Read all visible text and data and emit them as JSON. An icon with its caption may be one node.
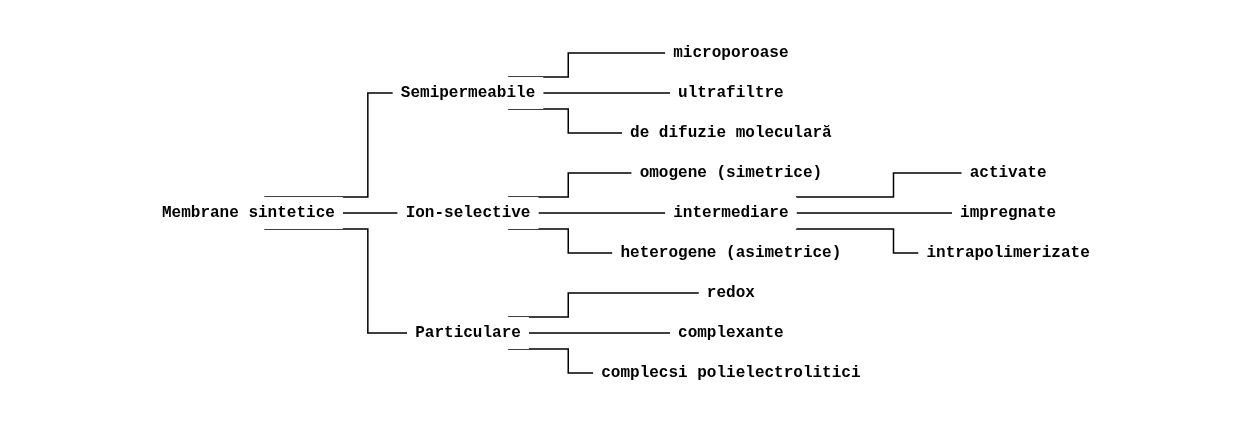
{
  "diagram": {
    "nodes": [
      {
        "text": [
          "Membrane sintetice"
        ]
      },
      {
        "text": [
          "Semipermeabile"
        ]
      },
      {
        "text": [
          "microporoase"
        ]
      },
      {
        "text": [
          "ultrafiltre"
        ]
      },
      {
        "text": [
          "de difuzie moleculară"
        ]
      },
      {
        "text": [
          "Ion-selective"
        ]
      },
      {
        "text": [
          "omogene (simetrice)"
        ]
      },
      {
        "text": [
          "intermediare"
        ]
      },
      {
        "text": [
          "activate"
        ]
      },
      {
        "text": [
          "impregnate"
        ]
      },
      {
        "text": [
          "intrapolimerizate"
        ]
      },
      {
        "text": [
          "heterogene (asimetrice)"
        ]
      },
      {
        "text": [
          "Particulare"
        ]
      },
      {
        "text": [
          "redox"
        ]
      },
      {
        "text": [
          "complexante"
        ]
      },
      {
        "text": [
          "complecsi polielectrolitici"
        ]
      }
    ],
    "edges": [
      {
        "from": 0,
        "to": 1,
        "arrow": "none"
      },
      {
        "from": 0,
        "to": 5,
        "arrow": "none"
      },
      {
        "from": 0,
        "to": 12,
        "arrow": "none"
      },
      {
        "from": 1,
        "to": 2,
        "arrow": "none"
      },
      {
        "from": 1,
        "to": 3,
        "arrow": "none"
      },
      {
        "from": 1,
        "to": 4,
        "arrow": "none"
      },
      {
        "from": 5,
        "to": 6,
        "arrow": "none"
      },
      {
        "from": 5,
        "to": 7,
        "arrow": "none"
      },
      {
        "from": 5,
        "to": 11,
        "arrow": "none"
      },
      {
        "from": 7,
        "to": 8,
        "arrow": "none"
      },
      {
        "from": 7,
        "to": 9,
        "arrow": "none"
      },
      {
        "from": 7,
        "to": 10,
        "arrow": "none"
      },
      {
        "from": 12,
        "to": 13,
        "arrow": "none"
      },
      {
        "from": 12,
        "to": 14,
        "arrow": "none"
      },
      {
        "from": 12,
        "to": 15,
        "arrow": "none"
      }
    ]
  }
}
